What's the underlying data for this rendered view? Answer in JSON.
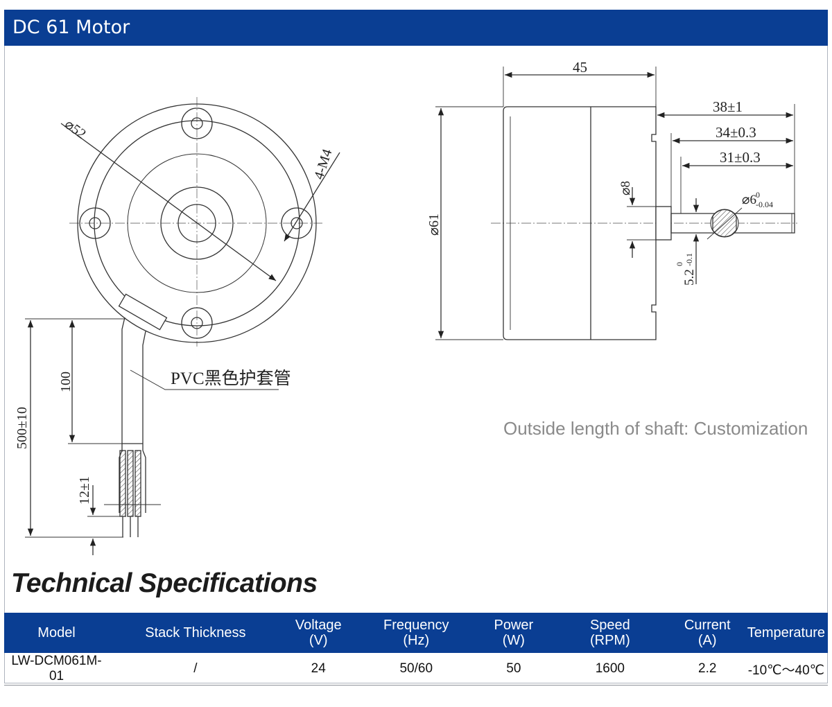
{
  "header": {
    "title": "DC 61 Motor"
  },
  "drawing": {
    "front_view": {
      "diameter_label": "⌀52",
      "holes_label": "4-M4",
      "cable_label": "PVC黑色护套管",
      "dim_100": "100",
      "dim_500": "500±10",
      "dim_12": "12±1"
    },
    "side_view": {
      "dim_45": "45",
      "dim_38": "38±1",
      "dim_34": "34±0.3",
      "dim_31": "31±0.3",
      "dim_d8": "⌀8",
      "dim_d61": "⌀61",
      "dim_d6": "⌀6",
      "dim_d6_tol_upper": "0",
      "dim_d6_tol_lower": "-0.04",
      "dim_52": "5.2",
      "dim_52_tol_upper": "0",
      "dim_52_tol_lower": "-0.1"
    },
    "note": "Outside length of shaft: Customization"
  },
  "specs": {
    "heading": "Technical Specifications",
    "columns": [
      {
        "line1": "Model",
        "line2": ""
      },
      {
        "line1": "Stack Thickness",
        "line2": ""
      },
      {
        "line1": "Voltage",
        "line2": "(V)"
      },
      {
        "line1": "Frequency",
        "line2": "(Hz)"
      },
      {
        "line1": "Power",
        "line2": "(W)"
      },
      {
        "line1": "Speed",
        "line2": "(RPM)"
      },
      {
        "line1": "Current",
        "line2": "(A)"
      },
      {
        "line1": "Temperature",
        "line2": ""
      }
    ],
    "rows": [
      [
        "LW-DCM061M-01",
        "/",
        "24",
        "50/60",
        "50",
        "1600",
        "2.2",
        "-10℃～40℃"
      ]
    ]
  },
  "colors": {
    "header_blue": "#0a3e93",
    "note_gray": "#8a8a8a"
  }
}
